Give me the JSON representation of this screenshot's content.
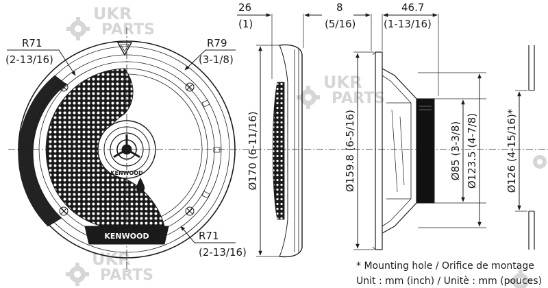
{
  "watermark": {
    "line1": "UKR",
    "line2": "PARTS",
    "icon": "gear-icon"
  },
  "front_view": {
    "brand_center": "KENWOOD",
    "brand_bottom": "KENWOOD",
    "labels": {
      "r71_top": "R71",
      "r71_top_inch": "(2-13/16)",
      "r79": "R79",
      "r79_inch": "(3-1/8)",
      "r71_bottom": "R71",
      "r71_bottom_inch": "(2-13/16)"
    }
  },
  "side_view": {
    "depth_total": "26",
    "depth_total_inch": "(1)",
    "diameter": "Ø170 (6-11/16)"
  },
  "profile_view": {
    "flange": "8",
    "flange_inch": "(5/16)",
    "depth": "46.7",
    "depth_inch": "(1-13/16)",
    "outer_diameter": "Ø159.8 (6-5/16)",
    "magnet_diameter": "Ø85 (3-3/8)",
    "frame_diameter": "Ø123.5 (4-7/8)"
  },
  "mounting_view": {
    "hole_diameter": "Ø126 (4-15/16)*"
  },
  "notes": {
    "mounting_hole": "* Mounting hole / Orifice de montage",
    "unit": "Unit : mm (inch) / Unitè : mm (pouces)"
  },
  "colors": {
    "line": "#1a1a1a",
    "grille": "#1a1a1a",
    "watermark": "#d6d6d6",
    "magnet": "#111111"
  }
}
